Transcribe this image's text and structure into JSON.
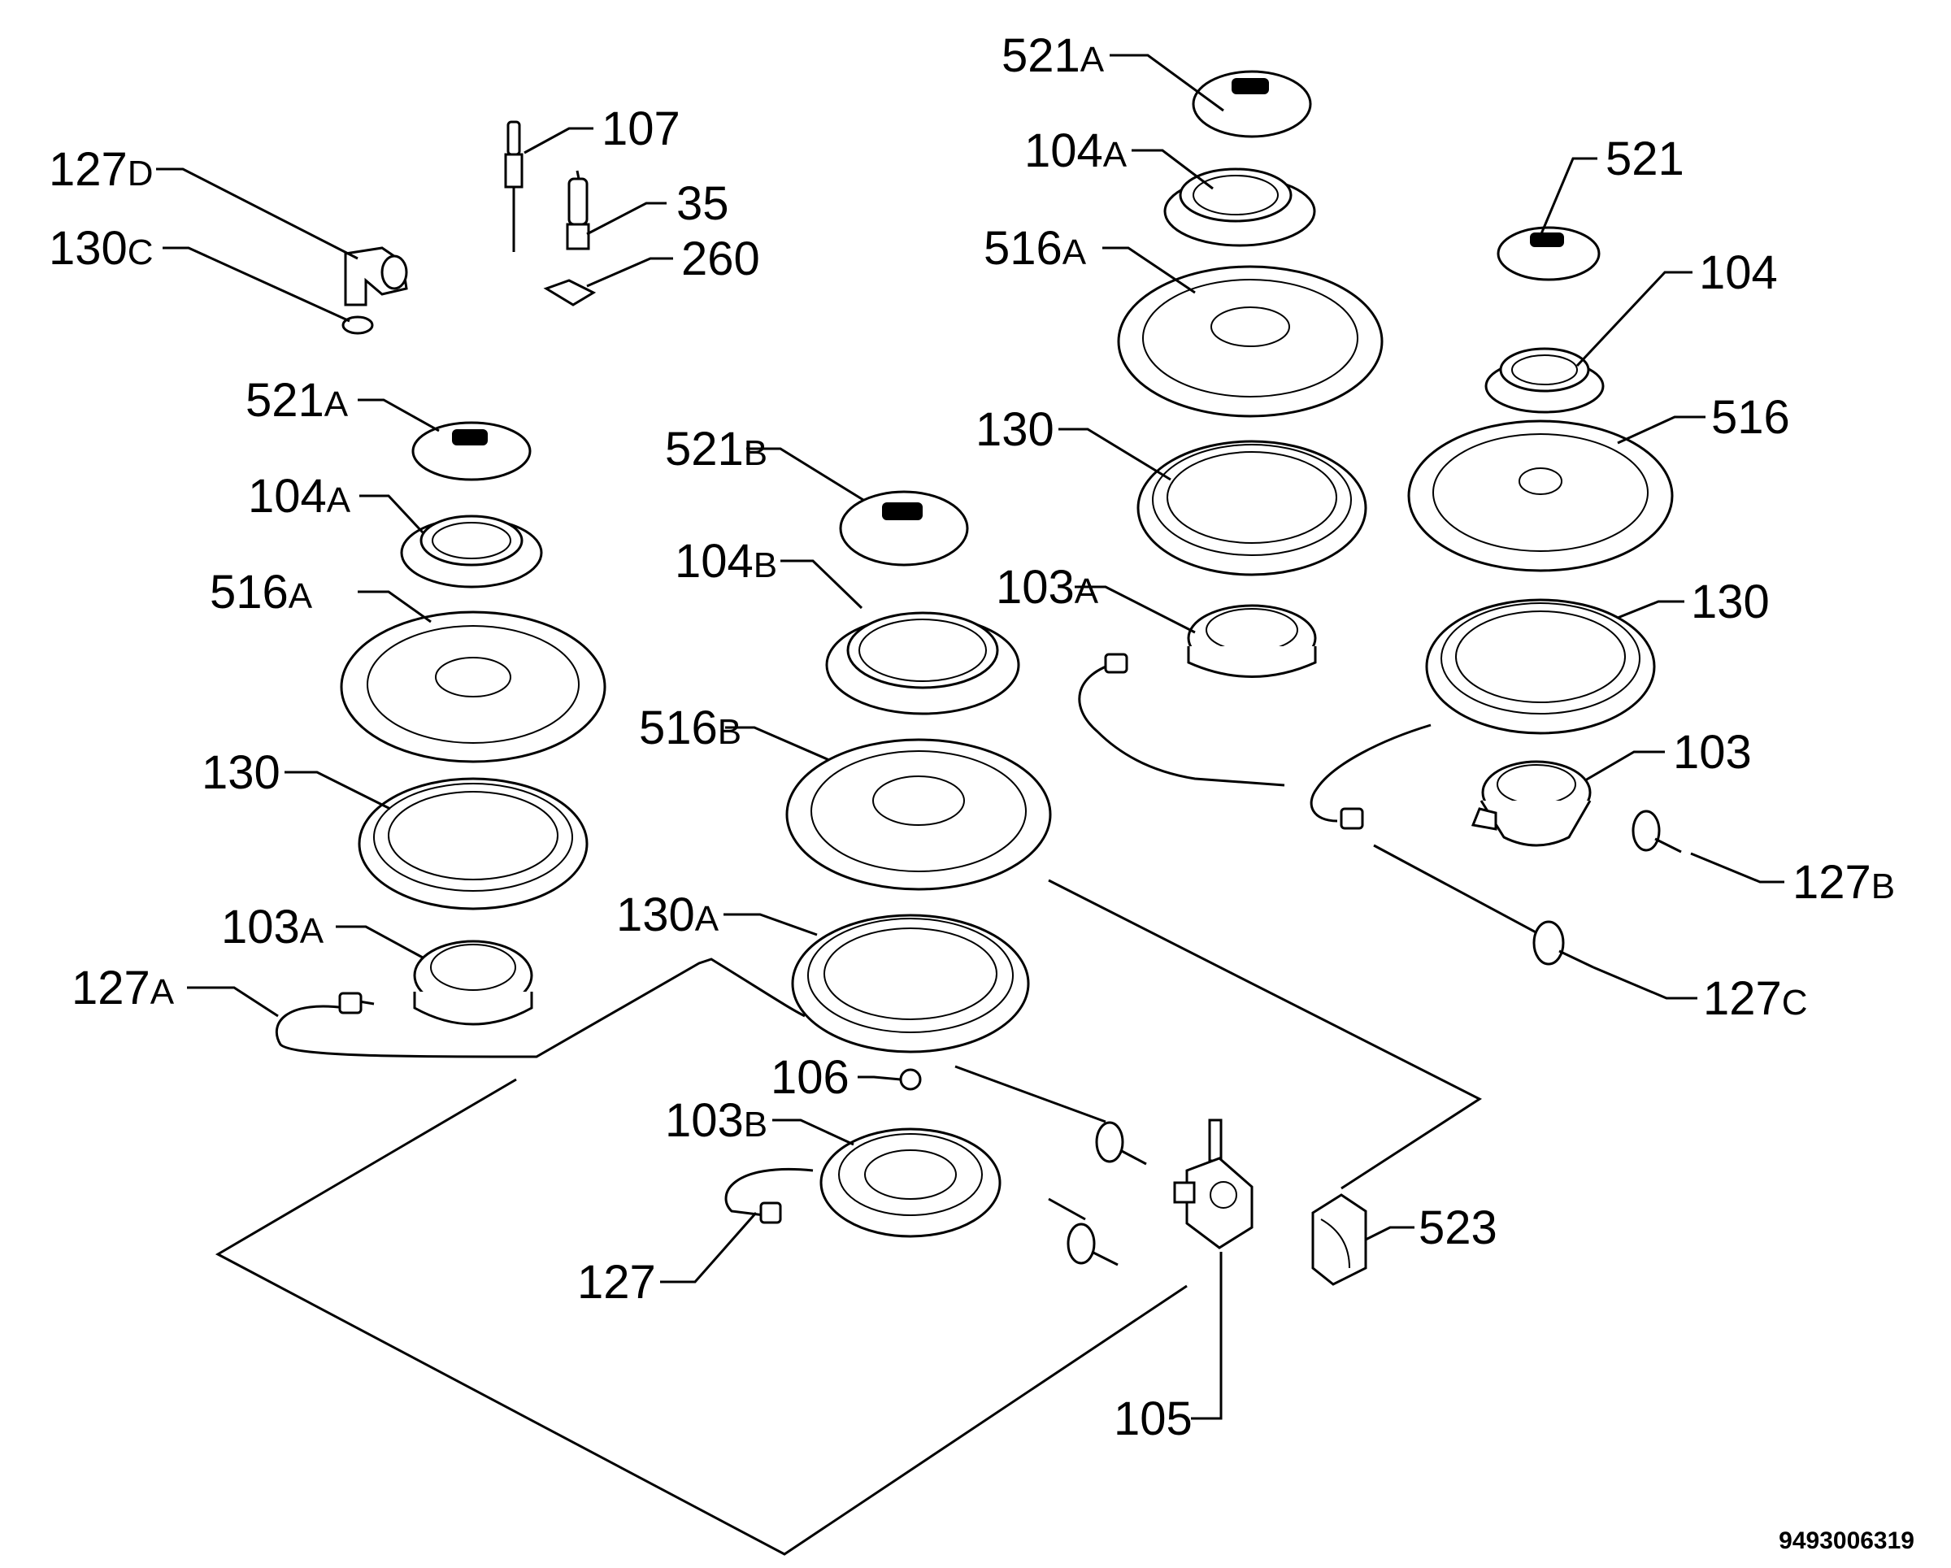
{
  "document_number": "9493006319",
  "labels": [
    {
      "id": "l1",
      "num": "521",
      "suffix": "A"
    },
    {
      "id": "l2",
      "num": "104",
      "suffix": "A"
    },
    {
      "id": "l3",
      "num": "516",
      "suffix": "A"
    },
    {
      "id": "l4",
      "num": "130",
      "suffix": ""
    },
    {
      "id": "l5",
      "num": "103",
      "suffix": "A"
    },
    {
      "id": "l6",
      "num": "521",
      "suffix": ""
    },
    {
      "id": "l7",
      "num": "104",
      "suffix": ""
    },
    {
      "id": "l8",
      "num": "516",
      "suffix": ""
    },
    {
      "id": "l9",
      "num": "130",
      "suffix": ""
    },
    {
      "id": "l10",
      "num": "103",
      "suffix": ""
    },
    {
      "id": "l11",
      "num": "127",
      "suffix": "B"
    },
    {
      "id": "l12",
      "num": "127",
      "suffix": "C"
    },
    {
      "id": "l13",
      "num": "127",
      "suffix": "D"
    },
    {
      "id": "l14",
      "num": "130",
      "suffix": "C"
    },
    {
      "id": "l15",
      "num": "107",
      "suffix": ""
    },
    {
      "id": "l16",
      "num": "35",
      "suffix": ""
    },
    {
      "id": "l17",
      "num": "260",
      "suffix": ""
    },
    {
      "id": "l18",
      "num": "521",
      "suffix": "A"
    },
    {
      "id": "l19",
      "num": "104",
      "suffix": "A"
    },
    {
      "id": "l20",
      "num": "516",
      "suffix": "A"
    },
    {
      "id": "l21",
      "num": "130",
      "suffix": ""
    },
    {
      "id": "l22",
      "num": "103",
      "suffix": "A"
    },
    {
      "id": "l23",
      "num": "127",
      "suffix": "A"
    },
    {
      "id": "l24",
      "num": "521",
      "suffix": "B"
    },
    {
      "id": "l25",
      "num": "104",
      "suffix": "B"
    },
    {
      "id": "l26",
      "num": "516",
      "suffix": "B"
    },
    {
      "id": "l27",
      "num": "130",
      "suffix": "A"
    },
    {
      "id": "l28",
      "num": "106",
      "suffix": ""
    },
    {
      "id": "l29",
      "num": "103",
      "suffix": "B"
    },
    {
      "id": "l30",
      "num": "127",
      "suffix": ""
    },
    {
      "id": "l31",
      "num": "105",
      "suffix": ""
    },
    {
      "id": "l32",
      "num": "523",
      "suffix": ""
    }
  ]
}
